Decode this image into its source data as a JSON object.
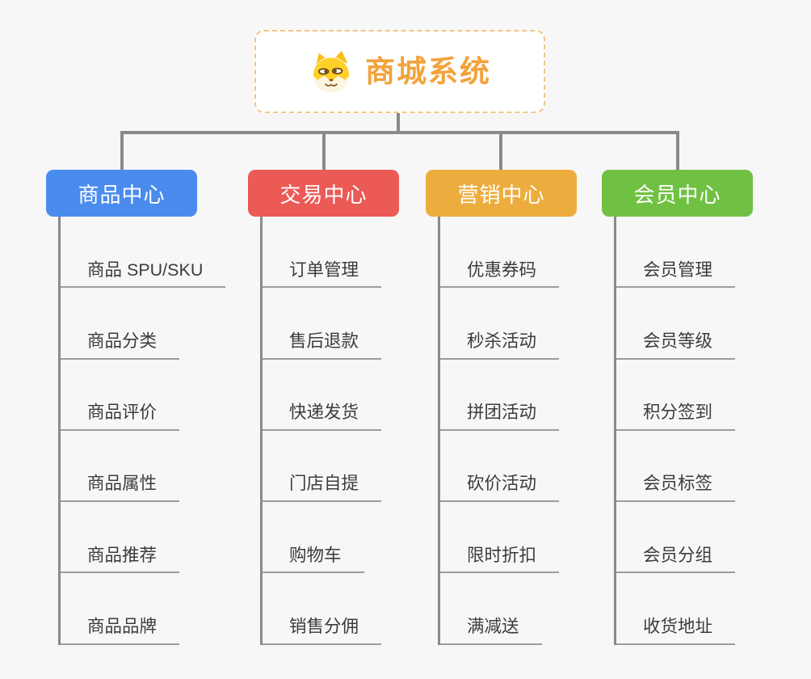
{
  "root": {
    "title": "商城系统",
    "icon": "shiba-dog-icon",
    "accent_color": "#f2a33c",
    "border_color": "#f2c784"
  },
  "colors": {
    "background": "#f7f7f7",
    "connector_line": "#8a8a8a",
    "leaf_underline": "#9c9c9c",
    "leaf_text": "#3c3c3c"
  },
  "branches": [
    {
      "label": "商品中心",
      "color": "#4a8cee",
      "items": [
        "商品 SPU/SKU",
        "商品分类",
        "商品评价",
        "商品属性",
        "商品推荐",
        "商品品牌"
      ]
    },
    {
      "label": "交易中心",
      "color": "#eb5a55",
      "items": [
        "订单管理",
        "售后退款",
        "快递发货",
        "门店自提",
        "购物车",
        "销售分佣"
      ]
    },
    {
      "label": "营销中心",
      "color": "#edad3e",
      "items": [
        "优惠券码",
        "秒杀活动",
        "拼团活动",
        "砍价活动",
        "限时折扣",
        "满减送"
      ]
    },
    {
      "label": "会员中心",
      "color": "#70c143",
      "items": [
        "会员管理",
        "会员等级",
        "积分签到",
        "会员标签",
        "会员分组",
        "收货地址"
      ]
    }
  ]
}
